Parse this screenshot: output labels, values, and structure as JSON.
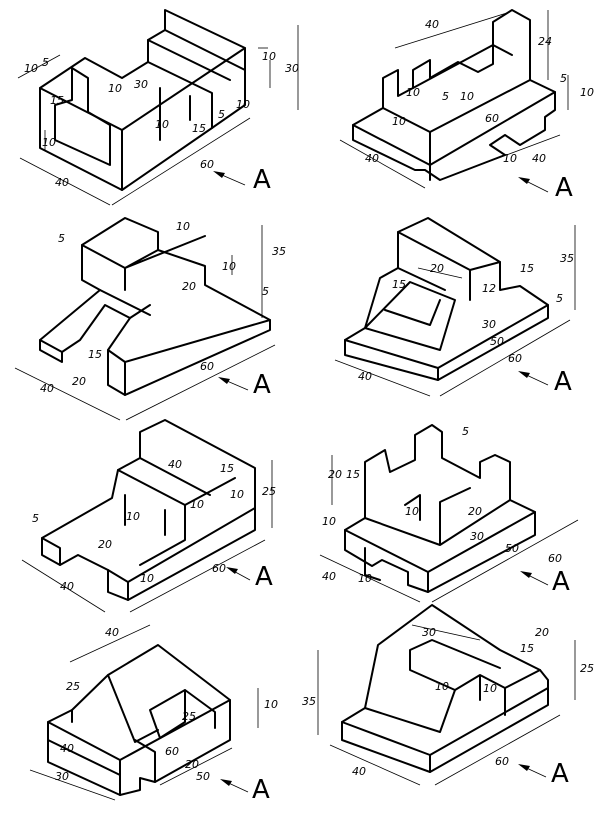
{
  "view_label": "A",
  "figures": [
    {
      "id": "fig-1",
      "dims": [
        "10",
        "5",
        "15",
        "10",
        "30",
        "30",
        "10",
        "10",
        "15",
        "5",
        "10",
        "40",
        "60",
        "10"
      ]
    },
    {
      "id": "fig-2",
      "dims": [
        "40",
        "24",
        "5",
        "10",
        "10",
        "5",
        "10",
        "10",
        "60",
        "40",
        "10",
        "40"
      ]
    },
    {
      "id": "fig-3",
      "dims": [
        "5",
        "10",
        "10",
        "35",
        "20",
        "5",
        "15",
        "20",
        "40",
        "60"
      ]
    },
    {
      "id": "fig-4",
      "dims": [
        "20",
        "15",
        "12",
        "15",
        "35",
        "30",
        "5",
        "50",
        "40",
        "60"
      ]
    },
    {
      "id": "fig-5",
      "dims": [
        "40",
        "15",
        "10",
        "25",
        "10",
        "10",
        "5",
        "20",
        "10",
        "40",
        "60"
      ]
    },
    {
      "id": "fig-6",
      "dims": [
        "5",
        "20",
        "15",
        "10",
        "20",
        "30",
        "10",
        "10",
        "50",
        "40",
        "60"
      ]
    },
    {
      "id": "fig-7",
      "dims": [
        "40",
        "25",
        "25",
        "10",
        "40",
        "60",
        "20",
        "30",
        "50"
      ]
    },
    {
      "id": "fig-8",
      "dims": [
        "30",
        "20",
        "15",
        "25",
        "10",
        "10",
        "35",
        "40",
        "60"
      ]
    }
  ]
}
